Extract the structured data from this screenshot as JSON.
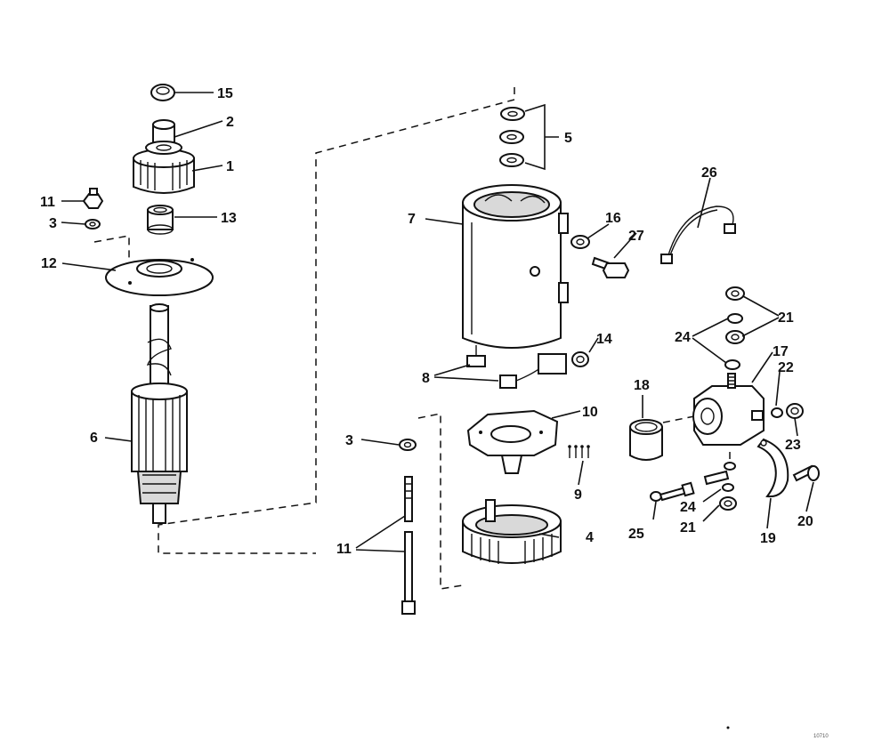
{
  "diagram": {
    "callouts": {
      "c1": "1",
      "c2": "2",
      "c3a": "3",
      "c3b": "3",
      "c4": "4",
      "c5": "5",
      "c6": "6",
      "c7": "7",
      "c8": "8",
      "c9": "9",
      "c10": "10",
      "c11a": "11",
      "c11b": "11",
      "c12": "12",
      "c13": "13",
      "c14": "14",
      "c15": "15",
      "c16": "16",
      "c17": "17",
      "c18": "18",
      "c19": "19",
      "c20": "20",
      "c21a": "21",
      "c21b": "21",
      "c22": "22",
      "c23": "23",
      "c24a": "24",
      "c24b": "24",
      "c25": "25",
      "c26": "26",
      "c27": "27"
    },
    "corner_stamp": "10710"
  },
  "colors": {
    "ink": "#111111",
    "shade": "#d9d9d9",
    "paper": "#ffffff"
  }
}
